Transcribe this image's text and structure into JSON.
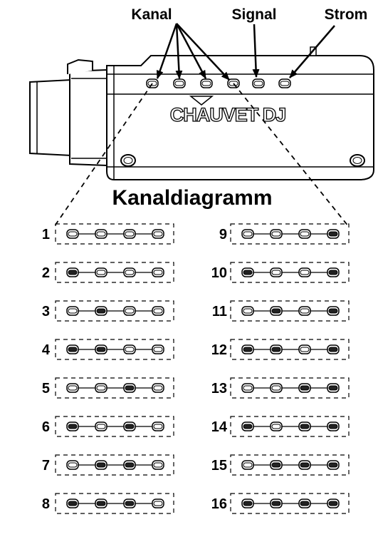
{
  "callouts": {
    "channel": "Kanal",
    "signal": "Signal",
    "power": "Strom"
  },
  "device": {
    "brand": "CHAUVET DJ"
  },
  "diagram": {
    "title": "Kanaldiagramm",
    "rows": [
      {
        "label": "1",
        "leds": [
          0,
          0,
          0,
          0
        ]
      },
      {
        "label": "2",
        "leds": [
          1,
          0,
          0,
          0
        ]
      },
      {
        "label": "3",
        "leds": [
          0,
          1,
          0,
          0
        ]
      },
      {
        "label": "4",
        "leds": [
          1,
          1,
          0,
          0
        ]
      },
      {
        "label": "5",
        "leds": [
          0,
          0,
          1,
          0
        ]
      },
      {
        "label": "6",
        "leds": [
          1,
          0,
          1,
          0
        ]
      },
      {
        "label": "7",
        "leds": [
          0,
          1,
          1,
          0
        ]
      },
      {
        "label": "8",
        "leds": [
          1,
          1,
          1,
          0
        ]
      },
      {
        "label": "9",
        "leds": [
          0,
          0,
          0,
          1
        ]
      },
      {
        "label": "10",
        "leds": [
          1,
          0,
          0,
          1
        ]
      },
      {
        "label": "11",
        "leds": [
          0,
          1,
          0,
          1
        ]
      },
      {
        "label": "12",
        "leds": [
          1,
          1,
          0,
          1
        ]
      },
      {
        "label": "13",
        "leds": [
          0,
          0,
          1,
          1
        ]
      },
      {
        "label": "14",
        "leds": [
          1,
          0,
          1,
          1
        ]
      },
      {
        "label": "15",
        "leds": [
          0,
          1,
          1,
          1
        ]
      },
      {
        "label": "16",
        "leds": [
          1,
          1,
          1,
          1
        ]
      }
    ]
  }
}
